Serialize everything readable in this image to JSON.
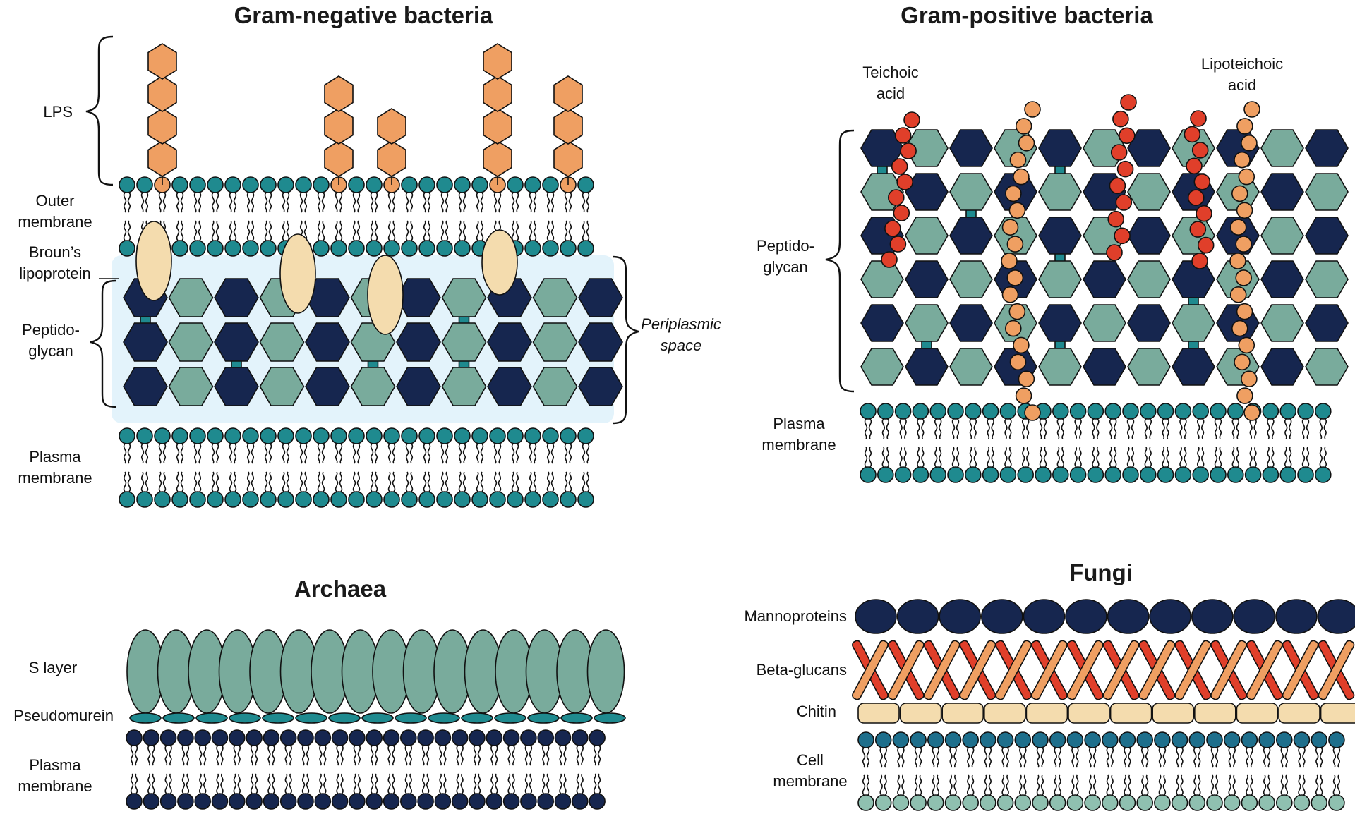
{
  "colors": {
    "head_teal": "#1f8a8f",
    "navy": "#16264f",
    "sage": "#79ab9c",
    "orange": "#ef9f62",
    "red": "#e03f2a",
    "beige": "#f4dcae",
    "periplasm": "#e3f3fb",
    "cell_membrane_head": "#1e6f8c",
    "cell_membrane_lower": "#8fc0b0"
  },
  "gram_negative": {
    "title": "Gram-negative bacteria",
    "labels": {
      "lps": "LPS",
      "outer_membrane": [
        "Outer",
        "membrane"
      ],
      "brauns_lipoprotein": [
        "Broun’s",
        "lipoprotein"
      ],
      "peptidoglycan": [
        "Peptido-",
        "glycan"
      ],
      "periplasmic_space": [
        "Periplasmic",
        "space"
      ],
      "plasma_membrane": [
        "Plasma",
        "membrane"
      ]
    }
  },
  "gram_positive": {
    "title": "Gram-positive bacteria",
    "labels": {
      "teichoic_acid": [
        "Teichoic",
        "acid"
      ],
      "lipoteichoic_acid": [
        "Lipoteichoic",
        "acid"
      ],
      "peptidoglycan": [
        "Peptido-",
        "glycan"
      ],
      "plasma_membrane": [
        "Plasma",
        "membrane"
      ]
    }
  },
  "archaea": {
    "title": "Archaea",
    "labels": {
      "s_layer": "S layer",
      "pseudomurein": "Pseudomurein",
      "plasma_membrane": [
        "Plasma",
        "membrane"
      ]
    }
  },
  "fungi": {
    "title": "Fungi",
    "labels": {
      "mannoproteins": "Mannoproteins",
      "beta_glucans": "Beta-glucans",
      "chitin": "Chitin",
      "cell_membrane": [
        "Cell",
        "membrane"
      ]
    }
  }
}
